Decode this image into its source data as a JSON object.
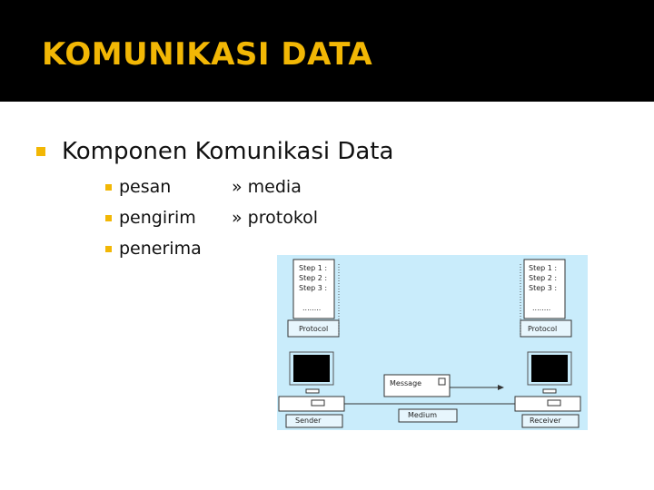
{
  "slide": {
    "title": "KOMUNIKASI DATA",
    "level1": "Komponen Komunikasi Data",
    "left_items": [
      "pesan",
      "pengirim",
      "penerima"
    ],
    "right_items": [
      "» media",
      "» protokol"
    ]
  },
  "diagram": {
    "steps": [
      "Step 1 :",
      "Step 2 :",
      "Step 3 :"
    ],
    "ellipsis": "........",
    "left_protocol": "Protocol",
    "right_protocol": "Protocol",
    "message": "Message",
    "medium": "Medium",
    "sender": "Sender",
    "receiver": "Receiver"
  },
  "colors": {
    "accent": "#f2b705",
    "header_bg": "#000000",
    "diagram_bg": "#c9ecfb"
  }
}
